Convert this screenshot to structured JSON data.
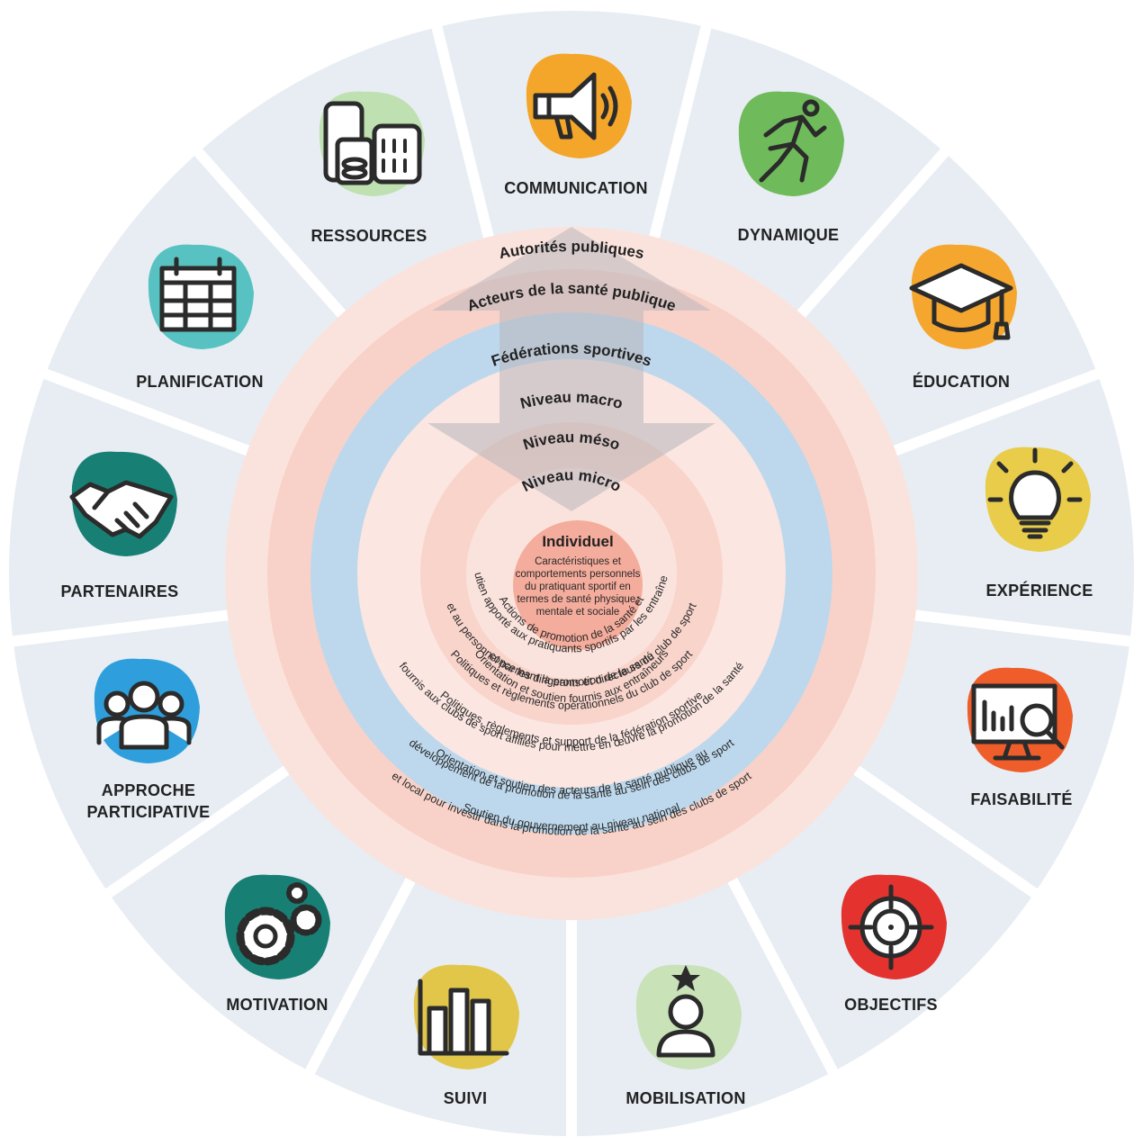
{
  "segments": [
    {
      "label": "COMMUNICATION",
      "icon": "megaphone-icon",
      "color": "#f4a62a"
    },
    {
      "label": "DYNAMIQUE",
      "icon": "runner-icon",
      "color": "#6fba5a"
    },
    {
      "label": "ÉDUCATION",
      "icon": "graduation-cap-icon",
      "color": "#f5a62e"
    },
    {
      "label": "EXPÉRIENCE",
      "icon": "lightbulb-icon",
      "color": "#e8cc4a"
    },
    {
      "label": "FAISABILITÉ",
      "icon": "monitor-chart-icon",
      "color": "#ef5d2b"
    },
    {
      "label": "OBJECTIFS",
      "icon": "target-icon",
      "color": "#e4322f"
    },
    {
      "label": "MOBILISATION",
      "icon": "person-star-icon",
      "color": "#c9e2b8"
    },
    {
      "label": "SUIVI",
      "icon": "bar-chart-icon",
      "color": "#e2c64a"
    },
    {
      "label": "MOTIVATION",
      "icon": "gears-icon",
      "color": "#187f74"
    },
    {
      "label": "APPROCHE\nPARTICIPATIVE",
      "icon": "group-icon",
      "color": "#2e9fdc"
    },
    {
      "label": "PARTENAIRES",
      "icon": "handshake-icon",
      "color": "#187f74"
    },
    {
      "label": "PLANIFICATION",
      "icon": "calendar-icon",
      "color": "#57c2c1"
    },
    {
      "label": "RESSOURCES",
      "icon": "jars-icon",
      "color": "#bfe0b0"
    }
  ],
  "rings": {
    "autorites": "Autorités publiques",
    "acteurs": "Acteurs de la santé publique",
    "federations": "Fédérations sportives",
    "macro": "Niveau macro",
    "meso": "Niveau méso",
    "micro": "Niveau micro"
  },
  "center": {
    "title": "Individuel",
    "lines": [
      "Caractéristiques et",
      "comportements personnels",
      "du pratiquant sportif en",
      "termes de santé physique,",
      "mentale et sociale"
    ]
  },
  "ring_texts": {
    "micro_1": "Actions de promotion de la santé et",
    "micro_2": "soutien apporté aux pratiquants sportifs par les entraîneurs",
    "meso_1": "Orientation et soutien fournis aux entraîneurs",
    "meso_2": "et au personnel par les dirigeants et directeurs du club de sport",
    "macro_1": "Politiques et règlements opérationnels du club de sport",
    "macro_2": "concernant la promotion de la santé",
    "fed_1": "Politiques, règlements et support de la fédération sportive",
    "fed_2": "fournis aux clubs de sport affiliés pour mettre en œuvre la promotion de la santé",
    "acteurs_1": "Orientation et soutien des acteurs de la santé publique au",
    "acteurs_2": "développement de la promotion de la santé au sein des clubs de sport",
    "autorites_1": "Soutien du gouvernement au niveau national",
    "autorites_2": "et local pour investir dans la promotion de la santé au sein des clubs de sport"
  },
  "colors": {
    "outer_ring": "#e7edf3",
    "pink_light": "#fbe3dd",
    "pink_mid": "#f8d2c8",
    "blue_ring": "#bdd8ec",
    "center": "#f4ac9c",
    "arrow": "#c7c3c6"
  }
}
